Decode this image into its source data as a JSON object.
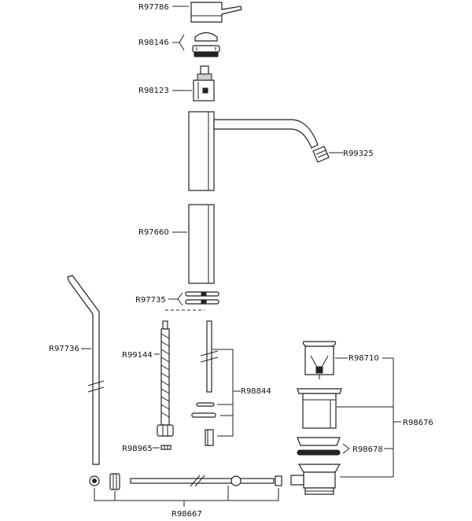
{
  "diagram": {
    "labels": {
      "handle": "R97786",
      "cap": "R98146",
      "cartridge": "R98123",
      "aerator": "R99325",
      "body_extension": "R97660",
      "base_washers": "R97735",
      "lift_rod": "R97736",
      "flex_hose": "R99144",
      "fixing_kit": "R98844",
      "nut": "R98965",
      "pivot_rod_kit": "R98667",
      "stopper": "R98710",
      "waste_assembly": "R98676",
      "waste_seals": "R98678"
    }
  }
}
